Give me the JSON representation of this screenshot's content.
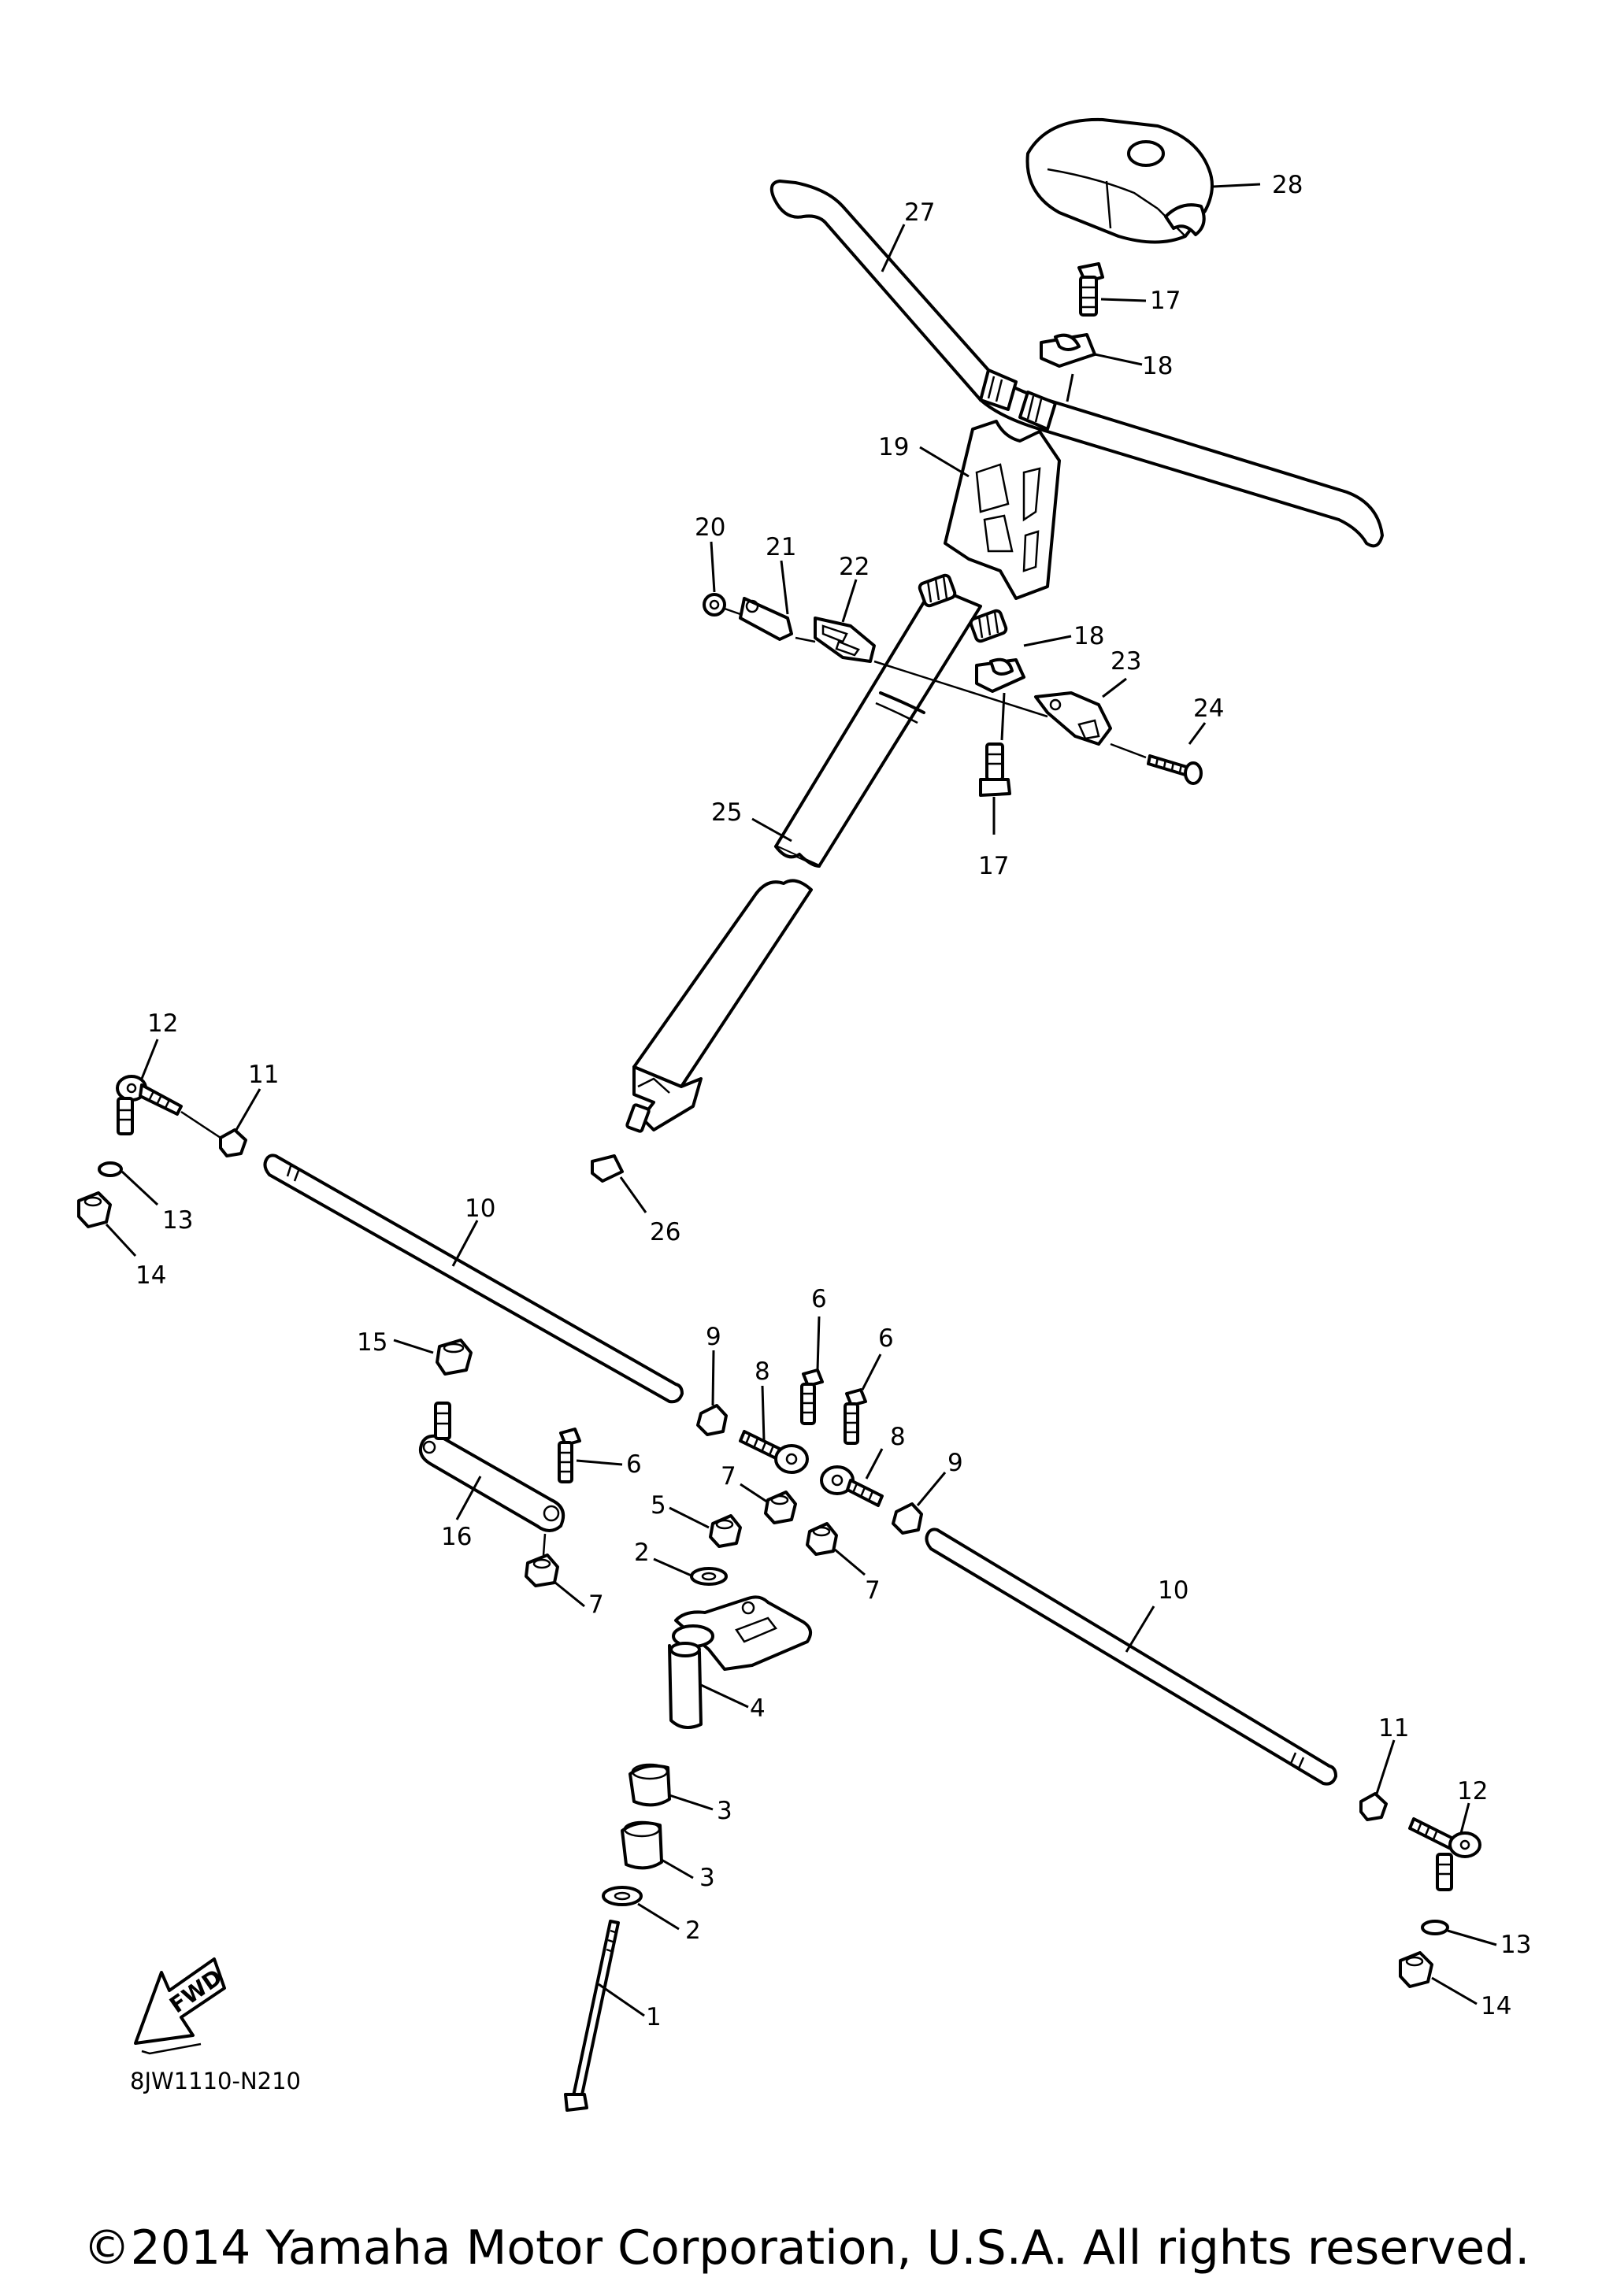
{
  "diagram": {
    "callouts": {
      "c1": "1",
      "c2a": "2",
      "c2b": "2",
      "c3a": "3",
      "c3b": "3",
      "c4": "4",
      "c5": "5",
      "c6a": "6",
      "c6b": "6",
      "c6c": "6",
      "c7a": "7",
      "c7b": "7",
      "c7c": "7",
      "c8a": "8",
      "c8b": "8",
      "c9a": "9",
      "c9b": "9",
      "c10a": "10",
      "c10b": "10",
      "c11a": "11",
      "c11b": "11",
      "c12a": "12",
      "c12b": "12",
      "c13a": "13",
      "c13b": "13",
      "c14a": "14",
      "c14b": "14",
      "c15": "15",
      "c16": "16",
      "c17a": "17",
      "c17b": "17",
      "c18a": "18",
      "c18b": "18",
      "c19": "19",
      "c20": "20",
      "c21": "21",
      "c22": "22",
      "c23": "23",
      "c24": "24",
      "c25": "25",
      "c26": "26",
      "c27": "27",
      "c28": "28"
    },
    "fwd_label": "FWD",
    "diagram_code": "8JW1110-N210"
  },
  "footer": {
    "copyright": "©2014 Yamaha Motor Corporation, U.S.A. All rights reserved."
  }
}
